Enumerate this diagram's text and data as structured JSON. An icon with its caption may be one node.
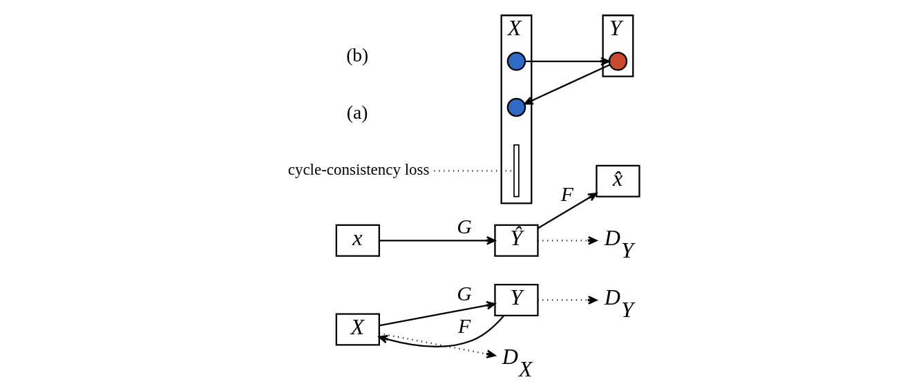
{
  "diagram": {
    "nodes": [
      {
        "text": [
          "X"
        ]
      },
      {
        "text": [
          "Y"
        ]
      },
      {
        "text": [
          "D$_{X}$"
        ]
      },
      {
        "text": [
          "D$_{Y}$"
        ]
      },
      {
        "text": [
          "x"
        ]
      },
      {
        "text": [
          "Ŷ"
        ]
      },
      {
        "text": [
          "x̂"
        ]
      },
      {
        "text": [
          "D$_{Y}$"
        ]
      },
      {
        "text": [
          "X"
        ]
      },
      {
        "text": [
          "Y"
        ]
      },
      {
        "text": [],
        "shape": "circle",
        "in": 8
      },
      {
        "text": [],
        "shape": "circle",
        "in": 9
      },
      {
        "text": [],
        "shape": "circle",
        "in": 8
      },
      {
        "text": [
          "cycle-consistency loss"
        ]
      },
      {
        "text": [],
        "shape": "bracket",
        "in": 8
      }
    ],
    "edges": [
      {
        "from": 0,
        "to": 1,
        "arrow": "to",
        "label": "G"
      },
      {
        "from": 1,
        "to": 0,
        "arrow": "to",
        "label": "F"
      },
      {
        "from": 0,
        "to": 2,
        "arrow": "to",
        "style": "dashed"
      },
      {
        "from": 1,
        "to": 3,
        "arrow": "to",
        "style": "dashed"
      },
      {
        "from": 4,
        "to": 5,
        "arrow": "to",
        "label": "G"
      },
      {
        "from": 5,
        "to": 6,
        "arrow": "to",
        "label": "F"
      },
      {
        "from": 5,
        "to": 7,
        "arrow": "to",
        "style": "dashed"
      },
      {
        "from": 10,
        "to": 11,
        "arrow": "to"
      },
      {
        "from": 11,
        "to": 12,
        "arrow": "to"
      },
      {
        "from": 13,
        "to": 14,
        "arrow": "none",
        "style": "dashed"
      }
    ],
    "labels": [
      "(a)",
      "(b)"
    ]
  }
}
